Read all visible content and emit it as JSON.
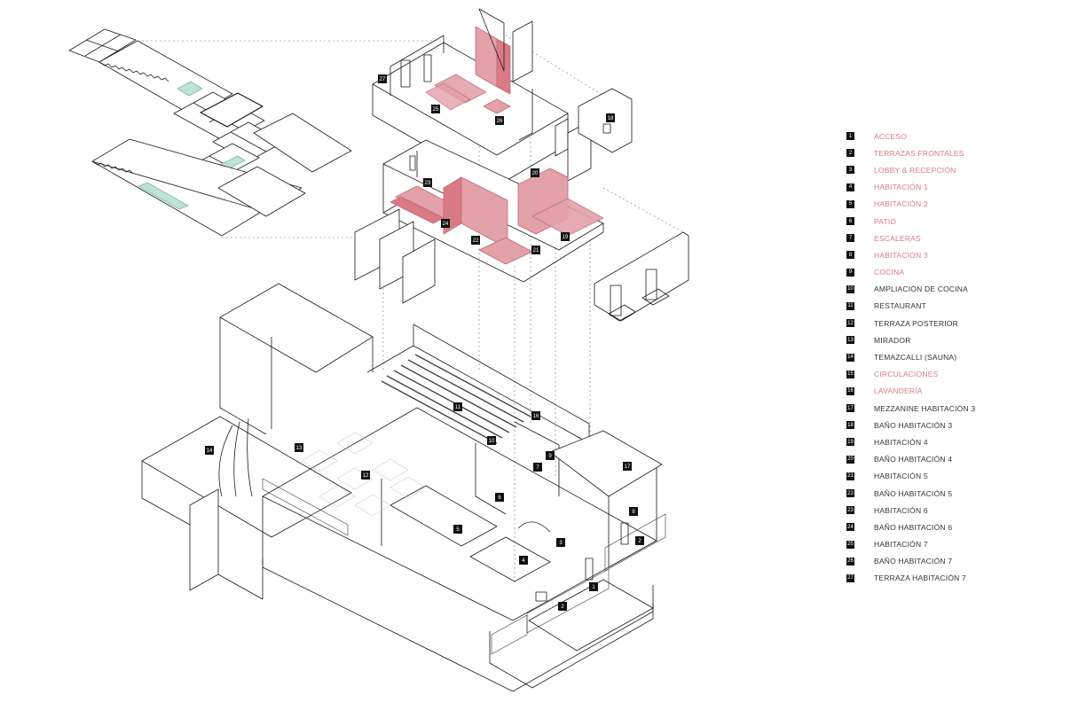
{
  "colors": {
    "highlight": "#d97a86",
    "highlight_fill": "#e3a1aa",
    "plain": "#333333",
    "mint": "#bfe3d4",
    "line": "#1a1a1a"
  },
  "legend": [
    {
      "num": "1",
      "label": "ACCESO",
      "highlight": true
    },
    {
      "num": "2",
      "label": "TERRAZAS FRONTALES",
      "highlight": true
    },
    {
      "num": "3",
      "label": "LOBBY & RECEPCIÓN",
      "highlight": true
    },
    {
      "num": "4",
      "label": "HABITACIÓN 1",
      "highlight": true
    },
    {
      "num": "5",
      "label": "HABITACIÓN 2",
      "highlight": true
    },
    {
      "num": "6",
      "label": "PATIO",
      "highlight": true
    },
    {
      "num": "7",
      "label": "ESCALERAS",
      "highlight": true
    },
    {
      "num": "8",
      "label": "HABITACIÓN 3",
      "highlight": true
    },
    {
      "num": "9",
      "label": "COCINA",
      "highlight": true
    },
    {
      "num": "10",
      "label": "AMPLIACIÓN DE COCINA",
      "highlight": false
    },
    {
      "num": "11",
      "label": "RESTAURANT",
      "highlight": false
    },
    {
      "num": "12",
      "label": "TERRAZA POSTERIOR",
      "highlight": false
    },
    {
      "num": "13",
      "label": "MIRADOR",
      "highlight": false
    },
    {
      "num": "14",
      "label": "TEMAZCALLI (SAUNA)",
      "highlight": false
    },
    {
      "num": "15",
      "label": "CIRCULACIONES",
      "highlight": true
    },
    {
      "num": "16",
      "label": "LAVANDERÍA",
      "highlight": true
    },
    {
      "num": "17",
      "label": "MEZZANINE HABITACIÓN 3",
      "highlight": false
    },
    {
      "num": "18",
      "label": "BAÑO HABITACIÓN 3",
      "highlight": false
    },
    {
      "num": "19",
      "label": "HABITACIÓN 4",
      "highlight": false
    },
    {
      "num": "20",
      "label": "BAÑO HABITACIÓN 4",
      "highlight": false
    },
    {
      "num": "21",
      "label": "HABITACIÓN 5",
      "highlight": false
    },
    {
      "num": "22",
      "label": "BAÑO HABITACIÓN 5",
      "highlight": false
    },
    {
      "num": "23",
      "label": "HABITACIÓN 6",
      "highlight": false
    },
    {
      "num": "24",
      "label": "BAÑO HABITACIÓN 6",
      "highlight": false
    },
    {
      "num": "25",
      "label": "HABITACIÓN 7",
      "highlight": false
    },
    {
      "num": "26",
      "label": "BAÑO HABITACIÓN 7",
      "highlight": false
    },
    {
      "num": "27",
      "label": "TERRAZA HABITACIÓN 7",
      "highlight": false
    }
  ],
  "tags": [
    "1",
    "2",
    "2",
    "3",
    "4",
    "5",
    "6",
    "7",
    "8",
    "9",
    "10",
    "11",
    "12",
    "13",
    "14",
    "16",
    "17",
    "18",
    "19",
    "20",
    "21",
    "22",
    "23",
    "24",
    "25",
    "26",
    "27"
  ]
}
